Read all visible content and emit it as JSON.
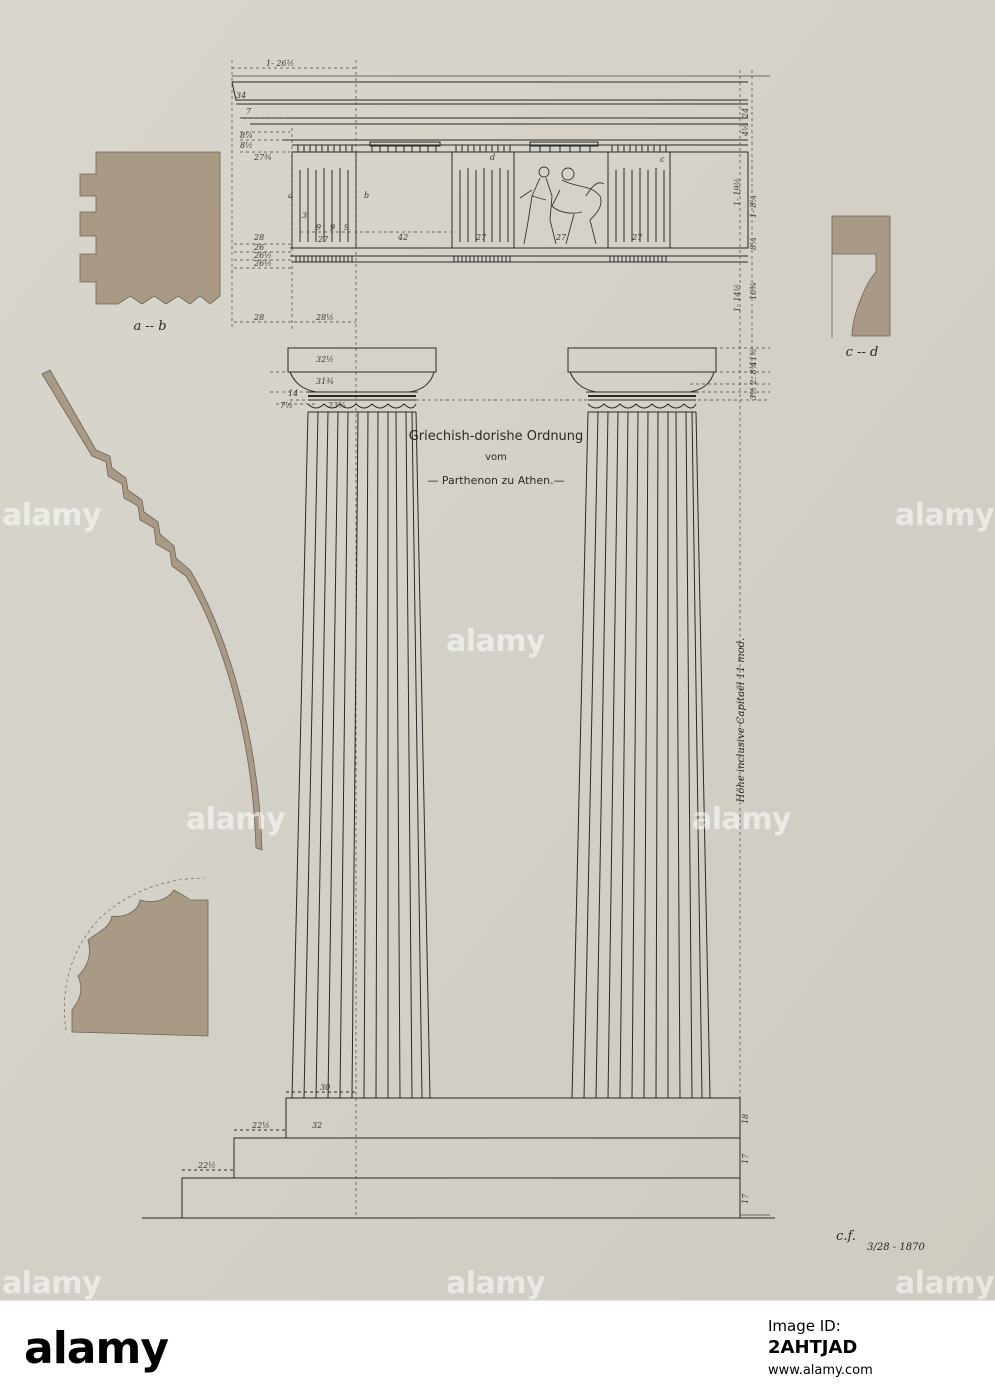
{
  "drawing": {
    "title_line1": "Griechish-dorishe Ordnung",
    "title_line2": "vom",
    "title_line3": "— Parthenon zu Athen.—",
    "section_ab": "a -- b",
    "section_cd": "c -- d",
    "signature": "c.f.",
    "date": "3/28 - 1870",
    "vertical_note": "Höhe inclusive Capitaël 11 mod."
  },
  "dims": {
    "top_width": "1- 26½",
    "left_a": "34",
    "left_b": "7",
    "left_c": "8¼",
    "left_d": "8½",
    "left_e": "27¾",
    "triglyph_a": "a",
    "triglyph_b": "b",
    "d_mark": "d",
    "c_mark": "c",
    "frieze_1": "3",
    "frieze_2": "9",
    "frieze_3": "9",
    "frieze_4": "9",
    "frieze_5": "27",
    "frieze_6": "42",
    "frieze_7": "27",
    "frieze_8": "27",
    "frieze_9": "27",
    "lower_1": "28",
    "lower_2": "26",
    "lower_3": "26½",
    "lower_4": "26½",
    "ab_w1": "28",
    "ab_w2": "28½",
    "cap_1": "32½",
    "cap_2": "31¾",
    "cap_3": "23¾",
    "cap_l1": "14",
    "cap_l2": "7½",
    "right_1": "24",
    "right_2": "4½",
    "right_3": "1- 19½",
    "right_4": "1- 8¼",
    "right_5": "8¼",
    "right_6": "1- 14½",
    "right_7": "10¾",
    "right_8": "11½",
    "right_9": "3½ 2. 8¼",
    "base_1": "30",
    "base_2": "22½",
    "base_3": "32",
    "base_4": "22½",
    "step_1": "18",
    "step_2": "17",
    "step_3": "17"
  },
  "watermark": "alamy",
  "footer": {
    "logo": "alamy",
    "image_id_label": "Image ID:",
    "image_id": "2AHTJAD",
    "site": "www.alamy.com"
  },
  "colors": {
    "paper": "#d6d2ca",
    "ink": "#2b2926",
    "wash": "#a89a84"
  }
}
